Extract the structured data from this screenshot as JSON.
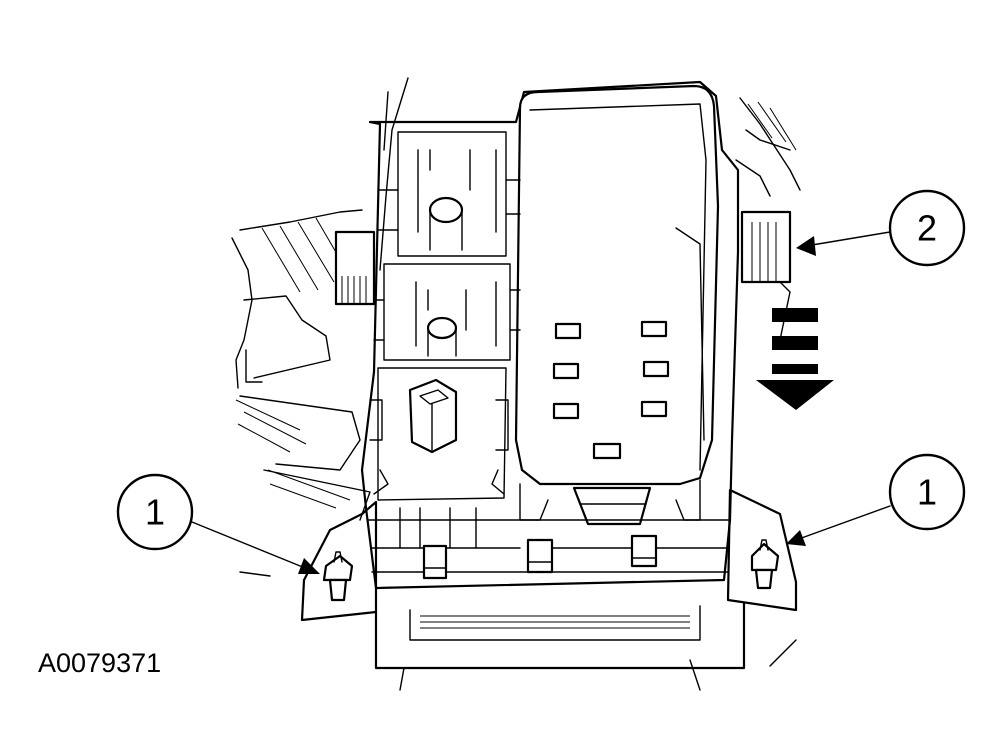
{
  "figure_id": "A0079371",
  "callouts": [
    {
      "label": "1"
    },
    {
      "label": "1"
    },
    {
      "label": "2"
    }
  ],
  "colors": {
    "line": "#000000",
    "background": "#ffffff"
  },
  "icons": [
    "down-arrow-icon"
  ]
}
